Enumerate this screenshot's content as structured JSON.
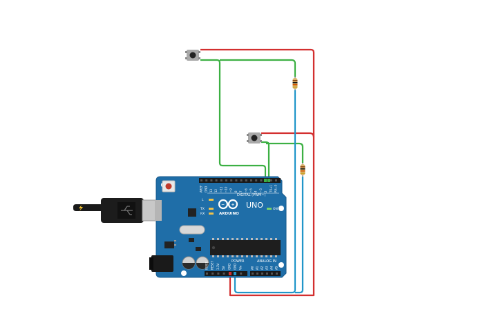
{
  "board": {
    "brand": "ARDUINO",
    "model": "UNO",
    "digital_label": "DIGITAL (PWM~)",
    "power_label": "POWER",
    "analog_label": "ANALOG IN",
    "on_label": "ON",
    "led_l": "L",
    "led_tx": "TX",
    "led_rx": "RX",
    "digital_pins": [
      "AREF",
      "GND",
      "13",
      "12",
      "~11",
      "~10",
      "~9",
      "8",
      "7",
      "~6",
      "~5",
      "4",
      "~3",
      "2",
      "TX→1",
      "RX←0"
    ],
    "power_pins": [
      "IOREF",
      "RESET",
      "3.3V",
      "5V",
      "GND",
      "GND",
      "Vin"
    ],
    "analog_pins": [
      "A0",
      "A1",
      "A2",
      "A3",
      "A4",
      "A5"
    ]
  },
  "colors": {
    "board": "#1f6ea8",
    "board_edge": "#175a8c",
    "wire_red": "#d32f2f",
    "wire_green": "#3cb043",
    "wire_blue": "#2196c9",
    "chip": "#1e1e1e",
    "resistor": "#d9b36c"
  },
  "components": {
    "pushbuttons": [
      "pushbutton-1",
      "pushbutton-2"
    ],
    "resistors": [
      "resistor-1",
      "resistor-2"
    ]
  }
}
